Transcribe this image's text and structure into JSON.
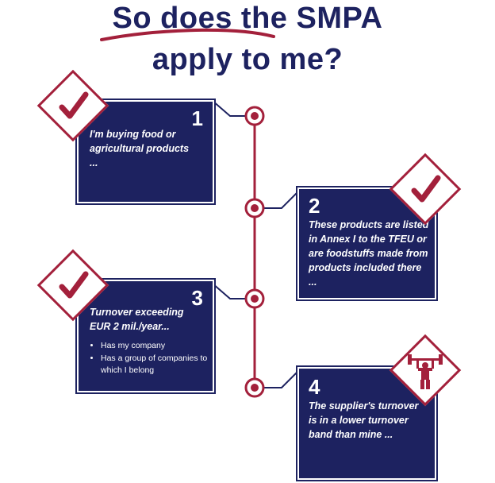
{
  "title": {
    "line1": "So does the SMPA",
    "line2": "apply to me?"
  },
  "colors": {
    "navy": "#1d2260",
    "crimson": "#a3203b",
    "background": "#ffffff"
  },
  "steps": [
    {
      "number": "1",
      "text": "I'm buying food or agricultural products ...",
      "icon": "checkmark-icon"
    },
    {
      "number": "2",
      "text": "These products are listed in Annex I to the TFEU or are foodstuffs made from products included there ...",
      "icon": "checkmark-icon"
    },
    {
      "number": "3",
      "text": "Turnover exceeding EUR 2 mil./year...",
      "bullets": [
        "Has my company",
        "Has a group of companies to which I belong"
      ],
      "icon": "checkmark-icon"
    },
    {
      "number": "4",
      "text": "The supplier's turnover is in a lower turnover band than mine ...",
      "icon": "weightlifter-icon"
    }
  ]
}
